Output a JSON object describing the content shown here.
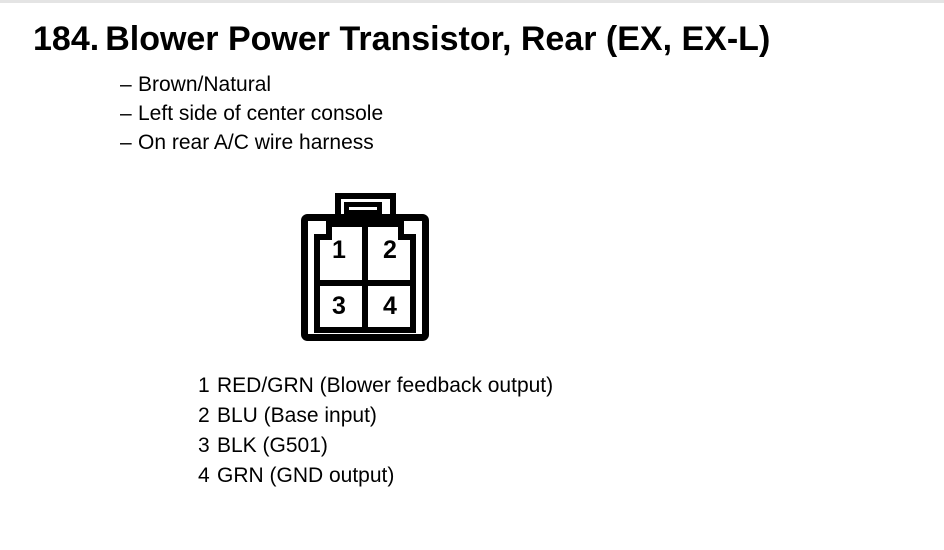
{
  "colors": {
    "background": "#ffffff",
    "ink": "#000000",
    "scan_edge": "#e4e4e4"
  },
  "header": {
    "item_number": "184.",
    "title": "Blower Power Transistor, Rear (EX, EX-L)"
  },
  "details": [
    {
      "marker": "–",
      "text": "Brown/Natural"
    },
    {
      "marker": "–",
      "text": "Left side of center console"
    },
    {
      "marker": "–",
      "text": "On rear A/C wire harness"
    }
  ],
  "connector": {
    "description": "4-cavity connector, front view, top latch with slot, notched upper outer corners",
    "cavities": [
      "1",
      "2",
      "3",
      "4"
    ]
  },
  "pins": [
    {
      "number": "1",
      "description": "RED/GRN (Blower feedback output)"
    },
    {
      "number": "2",
      "description": "BLU (Base input)"
    },
    {
      "number": "3",
      "description": "BLK (G501)"
    },
    {
      "number": "4",
      "description": "GRN (GND output)"
    }
  ]
}
